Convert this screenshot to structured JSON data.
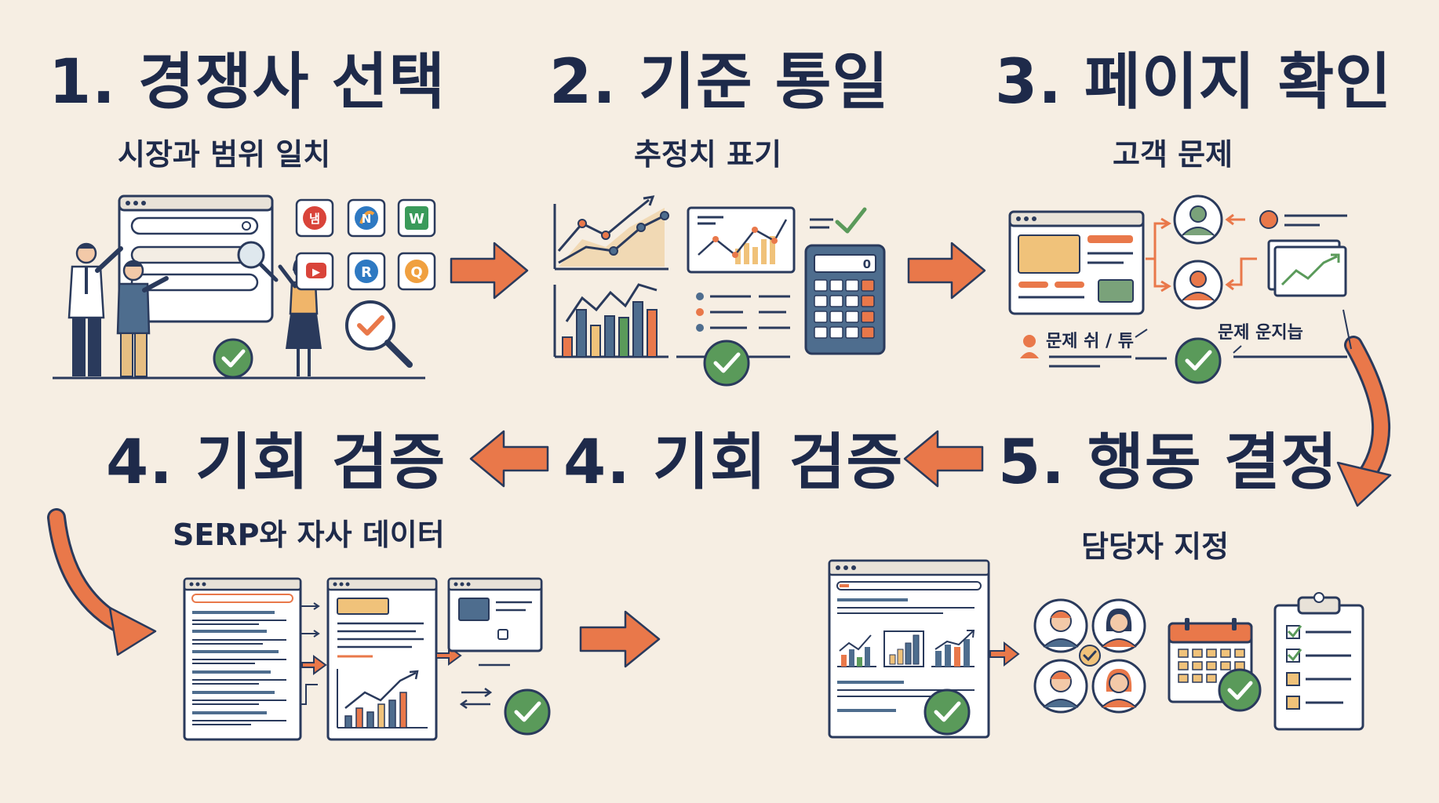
{
  "colors": {
    "navy": "#2a3a5c",
    "orange": "#e9784a",
    "green": "#5a9a5a",
    "sand": "#f0c27a",
    "background": "#f6eee3"
  },
  "steps": [
    {
      "title": "1. 경쟁사 선택",
      "subtitle": "시장과 범위 일치"
    },
    {
      "title": "2. 기준 통일",
      "subtitle": "추정치 표기"
    },
    {
      "title": "3. 페이지 확인",
      "subtitle": "고객 문제",
      "labels": {
        "left": "문제 쉬 / 튜",
        "right": "문제 운지늡"
      }
    },
    {
      "title": "4. 기회 검증",
      "subtitle": "SERP와 자사 데이터"
    },
    {
      "title": "4. 기회 검증"
    },
    {
      "title": "5. 행동 결정",
      "subtitle": "담당자 지정"
    }
  ],
  "step1": {
    "logos": [
      "냄",
      "N",
      "W",
      "▶",
      "R",
      "Q"
    ]
  },
  "step2": {
    "calculator_display": "0"
  }
}
